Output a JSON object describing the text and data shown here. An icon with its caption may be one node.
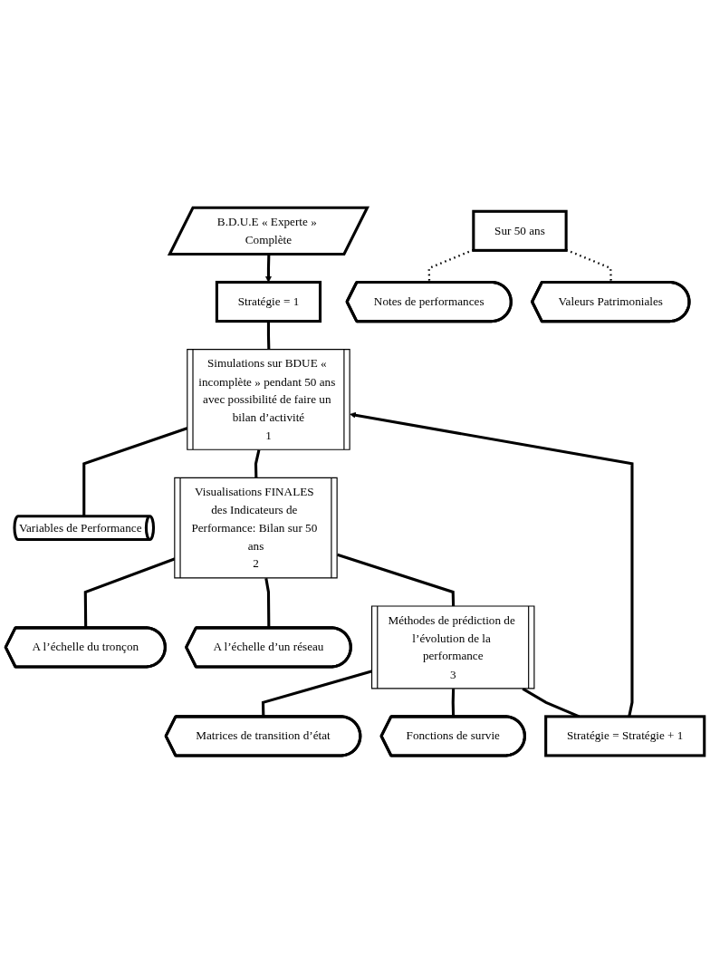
{
  "diagram": {
    "nodes": [
      {
        "text": [
          "B.D.U.E « Experte » Complète"
        ]
      },
      {
        "text": [
          "Stratégie = 1"
        ]
      },
      {
        "text": [
          "Simulations sur BDUE « incomplète » pendant 50 ans avec possibilité de faire un bilan d’activité",
          "1"
        ]
      },
      {
        "text": [
          "Variables de Performance"
        ]
      },
      {
        "text": [
          "Visualisations FINALES des Indicateurs de Performance: Bilan sur 50 ans",
          "2"
        ]
      },
      {
        "text": [
          "A l’échelle du tronçon"
        ]
      },
      {
        "text": [
          "A l’échelle d’un réseau"
        ]
      },
      {
        "text": [
          "Méthodes de prédiction de l’évolution de la performance",
          "3"
        ]
      },
      {
        "text": [
          "Matrices de transition d’état"
        ]
      },
      {
        "text": [
          "Fonctions de survie"
        ]
      },
      {
        "text": [
          "Sur 50 ans"
        ]
      },
      {
        "text": [
          "Notes de performances"
        ]
      },
      {
        "text": [
          "Valeurs Patrimoniales"
        ]
      },
      {
        "text": [
          "Stratégie = Stratégie + 1"
        ]
      }
    ],
    "edges": [
      {
        "from": 0,
        "to": 1,
        "arrow": "to"
      },
      {
        "from": 1,
        "to": 2,
        "arrow": "none"
      },
      {
        "from": 2,
        "to": 3,
        "arrow": "none"
      },
      {
        "from": 2,
        "to": 4,
        "arrow": "none"
      },
      {
        "from": 4,
        "to": 5,
        "arrow": "none"
      },
      {
        "from": 4,
        "to": 6,
        "arrow": "none"
      },
      {
        "from": 4,
        "to": 7,
        "arrow": "none"
      },
      {
        "from": 7,
        "to": 8,
        "arrow": "none"
      },
      {
        "from": 7,
        "to": 9,
        "arrow": "none"
      },
      {
        "from": 7,
        "to": 13,
        "arrow": "none"
      },
      {
        "from": 10,
        "to": 11,
        "arrow": "none",
        "style": "dashed"
      },
      {
        "from": 10,
        "to": 12,
        "arrow": "none",
        "style": "dashed"
      },
      {
        "from": 13,
        "to": 2,
        "arrow": "to"
      }
    ]
  }
}
